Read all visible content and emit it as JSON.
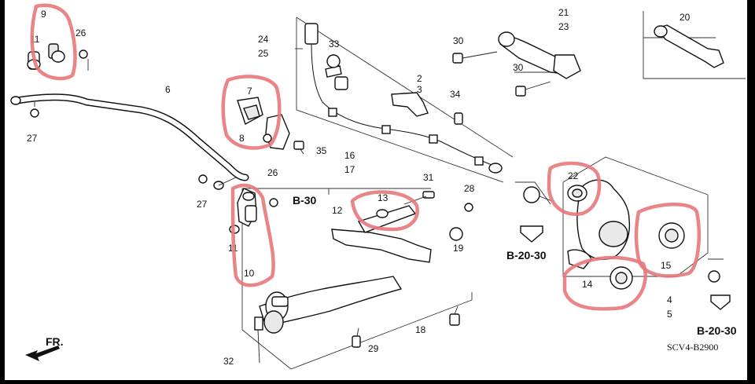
{
  "diagram": {
    "code": "SCV4-B2900",
    "direction_label": "FR.",
    "ref_labels": [
      "B-30",
      "B-20-30",
      "B-20-30"
    ],
    "part_numbers": [
      "2",
      "3",
      "4",
      "5",
      "6",
      "7",
      "8",
      "9",
      "10",
      "11",
      "11",
      "12",
      "13",
      "14",
      "15",
      "16",
      "17",
      "18",
      "19",
      "20",
      "21",
      "22",
      "23",
      "24",
      "25",
      "26",
      "26",
      "27",
      "27",
      "28",
      "29",
      "30",
      "30",
      "31",
      "32",
      "33",
      "34",
      "35"
    ],
    "highlight_color": "#e8787a",
    "highlighted_parts": [
      "9",
      "11",
      "7",
      "8",
      "13",
      "10",
      "11",
      "22",
      "14",
      "15"
    ]
  }
}
